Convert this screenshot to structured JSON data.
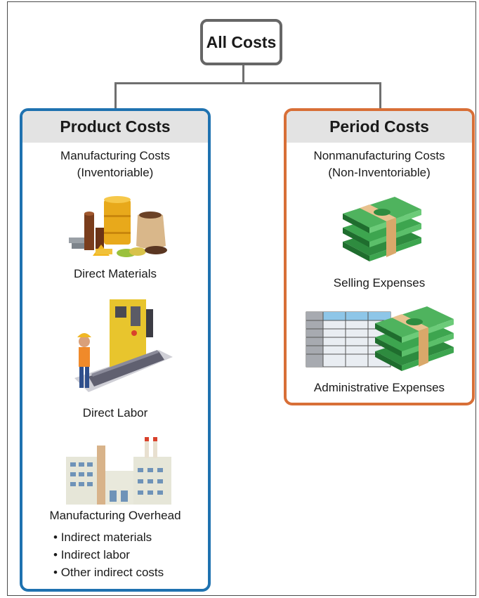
{
  "root": {
    "label": "All Costs"
  },
  "product": {
    "title": "Product Costs",
    "subtitle_line1": "Manufacturing Costs",
    "subtitle_line2": "(Inventoriable)",
    "items": [
      {
        "label": "Direct Materials",
        "icon": "raw-materials-icon"
      },
      {
        "label": "Direct Labor",
        "icon": "factory-worker-icon"
      },
      {
        "label": "Manufacturing Overhead",
        "icon": "factory-building-icon"
      }
    ],
    "overhead_bullets": [
      "Indirect materials",
      "Indirect labor",
      "Other indirect costs"
    ]
  },
  "period": {
    "title": "Period Costs",
    "subtitle_line1": "Nonmanufacturing Costs",
    "subtitle_line2": "(Non-Inventoriable)",
    "items": [
      {
        "label": "Selling Expenses",
        "icon": "money-stack-icon"
      },
      {
        "label": "Administrative Expenses",
        "icon": "spreadsheet-money-icon"
      }
    ]
  },
  "colors": {
    "product_border": "#1f72b0",
    "period_border": "#d86f37",
    "root_border": "#666666",
    "header_bg": "#e3e3e3"
  }
}
